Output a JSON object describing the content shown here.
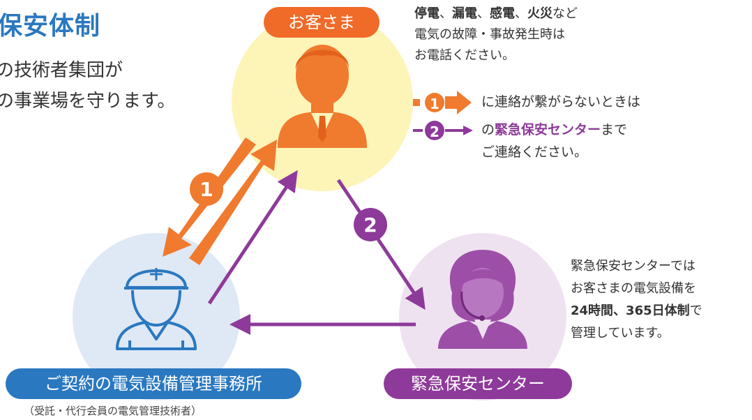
{
  "title": "保安体制",
  "intro": [
    "の技術者集団が",
    "の事業場を守ります。"
  ],
  "nodes": {
    "customer": "お客さま",
    "office": "ご契約の電気設備管理事務所",
    "office_sub": "（受託・代行会員の電気管理技術者）",
    "center": "緊急保安センター"
  },
  "steps": {
    "one": "1",
    "two": "2"
  },
  "notice": {
    "items_bold": [
      "停電",
      "漏電",
      "感電",
      "火災"
    ],
    "separator": "、",
    "items_tail": "など",
    "line2": "電気の故障・事故発生時は",
    "line3": "お電話ください。"
  },
  "legend": {
    "row1": "に連絡が繋がらないときは",
    "row2_pre": "の",
    "row2_bold": "緊急保安センター",
    "row2_post": "まで",
    "row3": "ご連絡ください。"
  },
  "center_info": {
    "line1": "緊急保安センターでは",
    "line2": "お客さまの電気設備を",
    "line3_bold": "24時間、365日体制",
    "line3_post": "で",
    "line4": "管理しています。"
  },
  "colors": {
    "title": "#2a78c0",
    "orange": "#f07a2e",
    "customer_pill": "#f06a28",
    "blue_pill": "#2a78c0",
    "purple": "#8e3a9a",
    "yellow_circle": "#fdf4b8",
    "blue_circle": "#dfe8f5",
    "purple_circle": "#efe2f0"
  },
  "icons": [
    "businessman-icon",
    "worker-helmet-icon",
    "operator-headset-icon"
  ]
}
